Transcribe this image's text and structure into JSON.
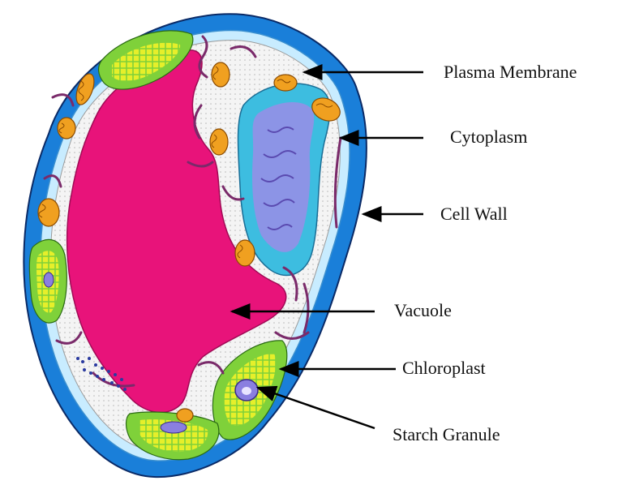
{
  "diagram": {
    "labels": {
      "plasma_membrane": "Plasma Membrane",
      "cytoplasm": "Cytoplasm",
      "cell_wall": "Cell Wall",
      "vacuole": "Vacuole",
      "chloroplast": "Chloroplast",
      "starch_granule": "Starch Granule"
    },
    "colors": {
      "cell_wall": "#1a7fd9",
      "cell_wall_outline": "#0a2a66",
      "plasma_membrane": "#c8ecff",
      "cytoplasm": "#f4f4f4",
      "vacuole": "#e8137a",
      "nucleus": "#3dbde0",
      "nucleus_inner": "#9a8de6",
      "chloroplast": "#7fd13a",
      "chloroplast_inner": "#e6ef2a",
      "mitochondria": "#f0a020",
      "starch_granule": "#8a7fe0",
      "er": "#7a2a6a"
    }
  }
}
